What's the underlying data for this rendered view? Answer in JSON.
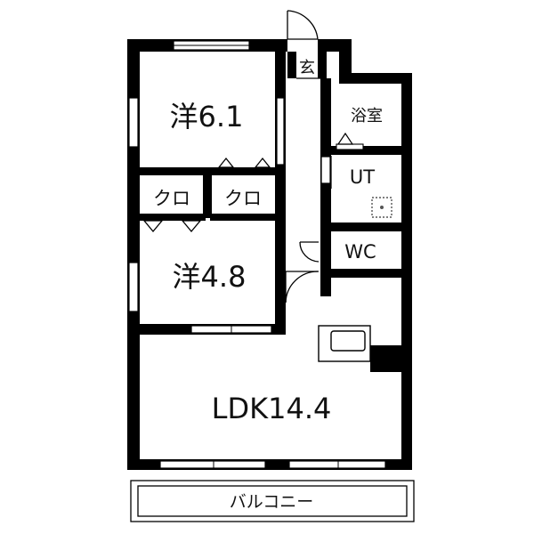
{
  "floor_plan": {
    "rooms": {
      "western_1": "洋6.1",
      "western_2": "洋4.8",
      "ldk": "LDK14.4",
      "closet_1": "クロ",
      "closet_2": "クロ",
      "bath": "浴室",
      "utility": "UT",
      "toilet": "WC",
      "entrance": "玄",
      "balcony": "バルコニー"
    },
    "colors": {
      "wall": "#000000",
      "background": "#ffffff",
      "fixture": "#555555"
    }
  }
}
